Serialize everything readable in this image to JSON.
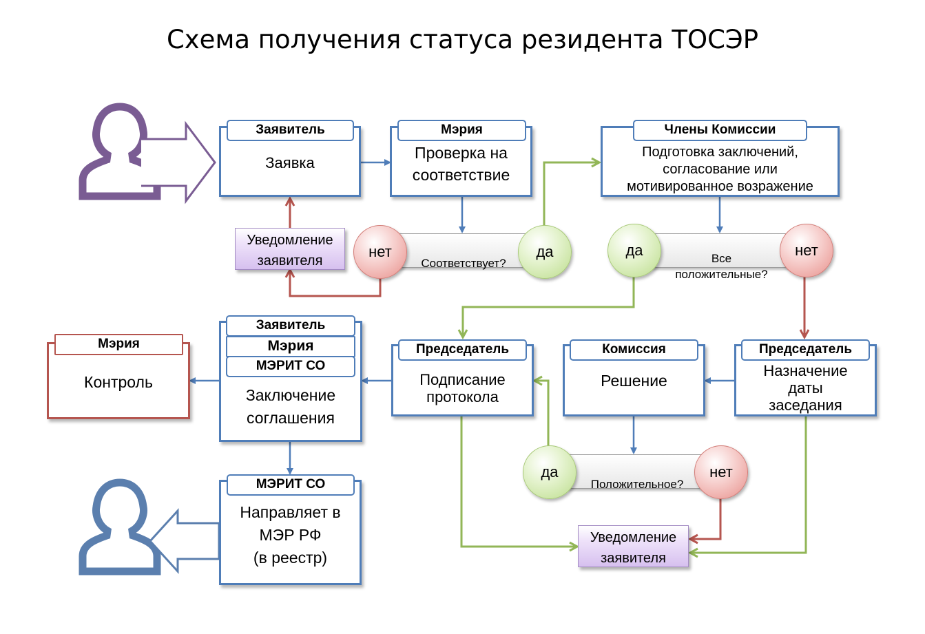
{
  "title": "Схема получения статуса резидента ТОСЭР",
  "nodes": {
    "application": {
      "role": "Заявитель",
      "text": "Заявка"
    },
    "compliance_check": {
      "role": "Мэрия",
      "text": "Проверка на\nсоответствие"
    },
    "commission_members": {
      "role": "Члены Комиссии",
      "text": "Подготовка заключений,\nсогласование или\nмотивированное возражение"
    },
    "control": {
      "role": "Мэрия",
      "text": "Контроль"
    },
    "agreement": {
      "roles": [
        "Заявитель",
        "Мэрия",
        "МЭРИТ СО"
      ],
      "text": "Заключение\nсоглашения"
    },
    "protocol_signing": {
      "role": "Председатель",
      "text": "Подписание\nпротокола"
    },
    "decision": {
      "role": "Комиссия",
      "text": "Решение"
    },
    "meeting_date": {
      "role": "Председатель",
      "text": "Назначение\nдаты\nзаседания"
    },
    "registry": {
      "role": "МЭРИТ СО",
      "text": "Направляет в\nМЭР РФ\n(в реестр)"
    }
  },
  "decisions": {
    "complies": {
      "question": "Соответствует?",
      "no": "нет",
      "yes": "да"
    },
    "all_positive": {
      "question": "Все\nположительные?",
      "yes": "да",
      "no": "нет"
    },
    "positive": {
      "question": "Положительное?",
      "yes": "да",
      "no": "нет"
    }
  },
  "notifications": {
    "top": "Уведомление\nзаявителя",
    "bottom": "Уведомление\nзаявителя"
  },
  "colors": {
    "blue": "#4f7db8",
    "red": "#b5554f",
    "green": "#92b657",
    "purple": "#7a5c93",
    "person_blue": "#5b7fae"
  },
  "icons": [
    "person-icon-applicant",
    "person-icon-registry"
  ]
}
